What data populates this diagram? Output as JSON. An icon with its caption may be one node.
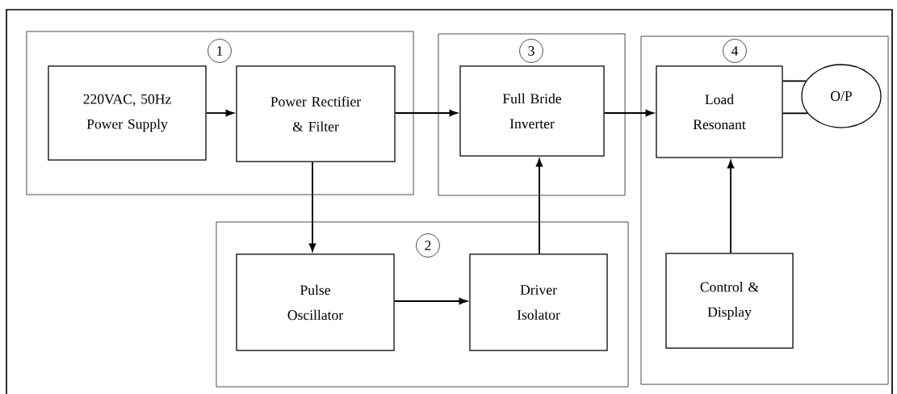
{
  "diagram": {
    "nodes": [
      {
        "text": [
          "1"
        ]
      },
      {
        "text": [
          "220VAC, 50Hz Power Supply"
        ],
        "in": 0
      },
      {
        "text": [
          "Power Rectifier & Filter"
        ],
        "in": 0
      },
      {
        "text": [
          "3"
        ]
      },
      {
        "text": [
          "Full Bride Inverter"
        ],
        "in": 3
      },
      {
        "text": [
          "4"
        ]
      },
      {
        "text": [
          "Load Resonant"
        ],
        "in": 5
      },
      {
        "text": [
          "O/P"
        ],
        "in": 5
      },
      {
        "text": [
          "2"
        ]
      },
      {
        "text": [
          "Pulse Oscillator"
        ],
        "in": 8
      },
      {
        "text": [
          "Driver Isolator"
        ],
        "in": 8
      },
      {
        "text": [
          "Control & Display"
        ],
        "in": 5
      }
    ],
    "edges": [
      {
        "from": 1,
        "to": 2,
        "arrow": "to"
      },
      {
        "from": 2,
        "to": 4,
        "arrow": "to"
      },
      {
        "from": 4,
        "to": 6,
        "arrow": "to"
      },
      {
        "from": 6,
        "to": 7,
        "arrow": "none"
      },
      {
        "from": 6,
        "to": 7,
        "arrow": "none"
      },
      {
        "from": 2,
        "to": 9,
        "arrow": "to"
      },
      {
        "from": 9,
        "to": 10,
        "arrow": "to"
      },
      {
        "from": 10,
        "to": 4,
        "arrow": "to"
      },
      {
        "from": 11,
        "to": 6,
        "arrow": "to"
      }
    ]
  }
}
